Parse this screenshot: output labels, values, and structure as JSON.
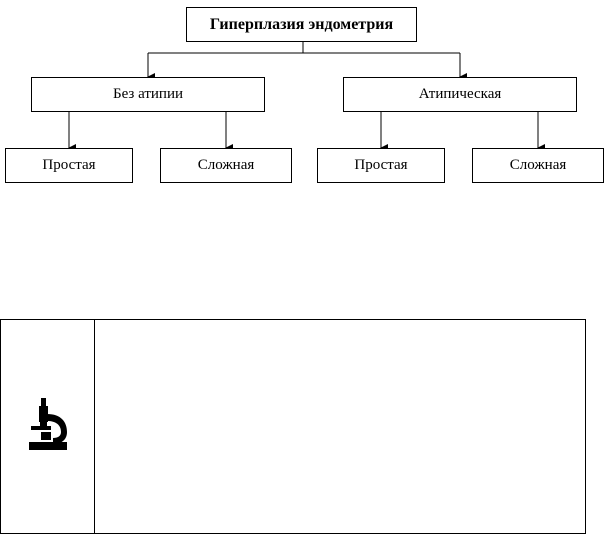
{
  "diagram": {
    "root": "Гиперплазия эндометрия",
    "level1": [
      {
        "label": "Без атипии",
        "children": [
          "Простая",
          "Сложная"
        ]
      },
      {
        "label": "Атипическая",
        "children": [
          "Простая",
          "Сложная"
        ]
      }
    ]
  },
  "info_box": {
    "icon": "microscope-icon",
    "text": ""
  }
}
